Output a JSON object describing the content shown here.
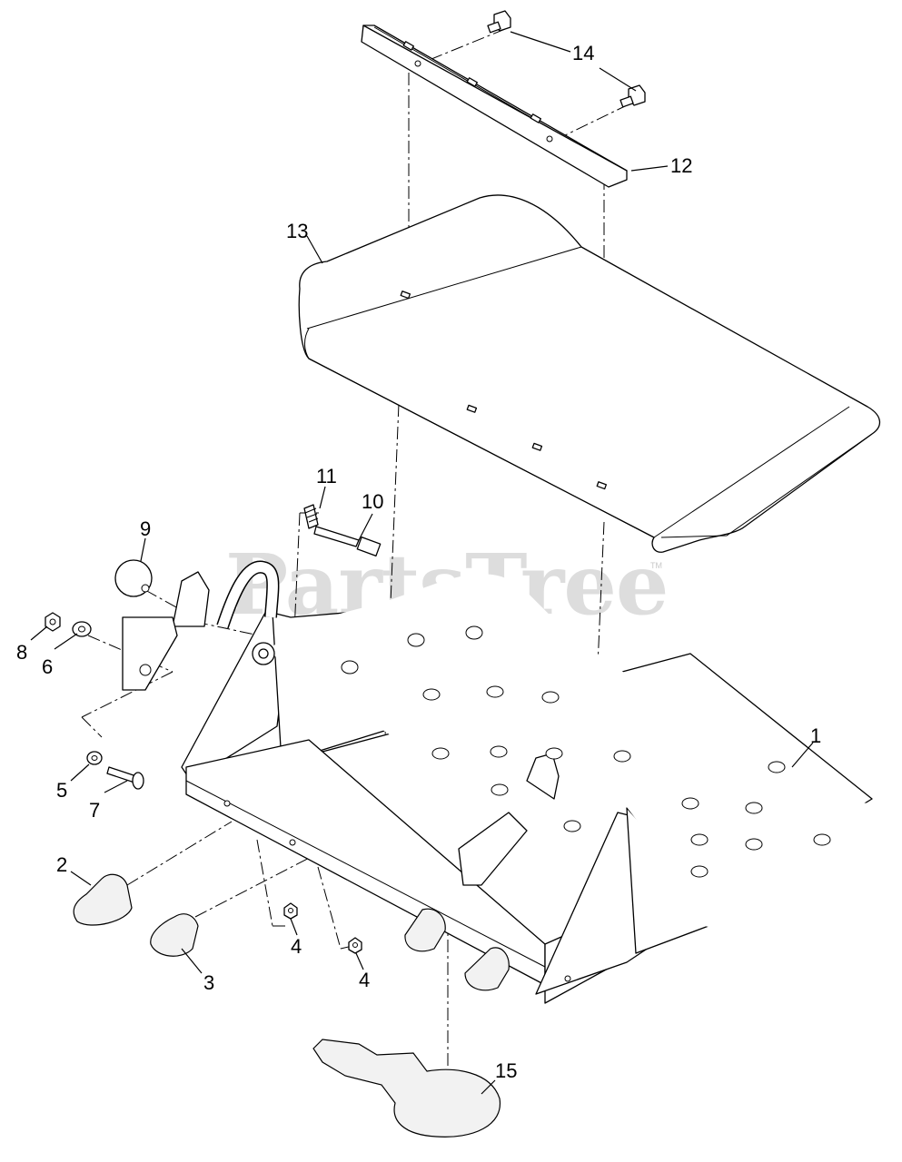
{
  "watermark": {
    "text": "PartsTree",
    "trademark": "TM"
  },
  "callouts": [
    {
      "id": "c1",
      "label": "1"
    },
    {
      "id": "c2",
      "label": "2"
    },
    {
      "id": "c3",
      "label": "3"
    },
    {
      "id": "c4a",
      "label": "4"
    },
    {
      "id": "c4b",
      "label": "4"
    },
    {
      "id": "c5",
      "label": "5"
    },
    {
      "id": "c6",
      "label": "6"
    },
    {
      "id": "c7",
      "label": "7"
    },
    {
      "id": "c8",
      "label": "8"
    },
    {
      "id": "c9",
      "label": "9"
    },
    {
      "id": "c10",
      "label": "10"
    },
    {
      "id": "c11",
      "label": "11"
    },
    {
      "id": "c12",
      "label": "12"
    },
    {
      "id": "c13",
      "label": "13"
    },
    {
      "id": "c14",
      "label": "14"
    },
    {
      "id": "c15",
      "label": "15"
    }
  ]
}
